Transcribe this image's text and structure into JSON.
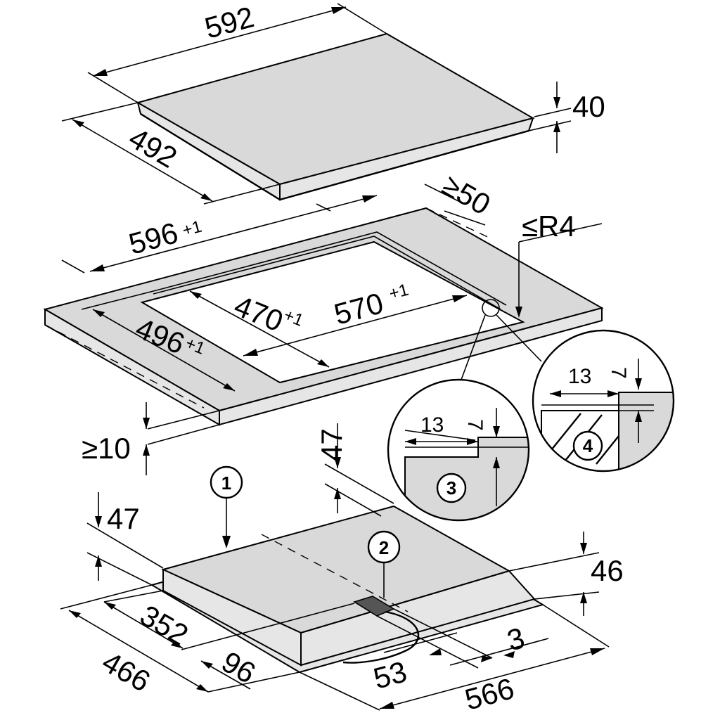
{
  "hob": {
    "width": "592",
    "depth": "492",
    "height": "40"
  },
  "cutout": {
    "outer_width": "596",
    "outer_width_tol": "+1",
    "outer_depth": "496",
    "outer_depth_tol": "+1",
    "inner_depth": "470",
    "inner_depth_tol": "+1",
    "inner_width": "570",
    "inner_width_tol": "+1",
    "rear_clearance": "≥50",
    "corner_radius": "≤R4",
    "front_clearance": "≥10"
  },
  "detail_3": {
    "number": "3",
    "width": "13",
    "height": "7"
  },
  "detail_4": {
    "number": "4",
    "width": "13",
    "height": "7"
  },
  "underside": {
    "callout_1": "1",
    "callout_2": "2",
    "rear_offset": "47",
    "left_offset": "47",
    "height": "46",
    "depth": "466",
    "inner_depth": "352",
    "box_offset": "96",
    "box_width": "53",
    "edge_gap": "3",
    "width": "566"
  }
}
